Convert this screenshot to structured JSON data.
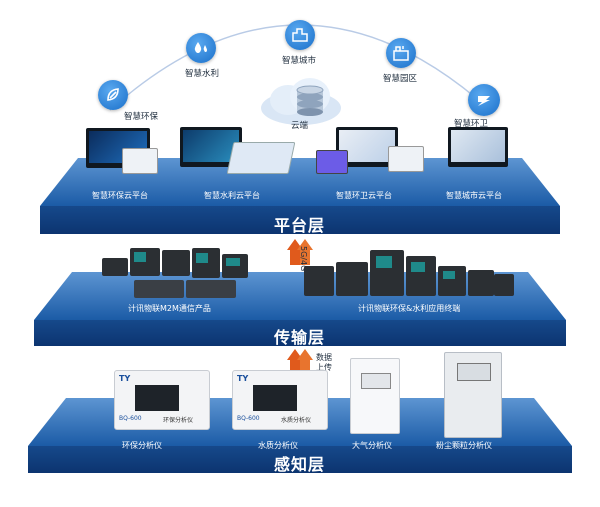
{
  "colors": {
    "platform_top": "#1f5fa8",
    "platform_band": "#0f3f7e",
    "accent": "#2c7be5",
    "arrow": "#e05a1c"
  },
  "top_icons": [
    {
      "label": "智慧环保",
      "icon": "leaf-icon"
    },
    {
      "label": "智慧水利",
      "icon": "water-drop-icon"
    },
    {
      "label": "智慧城市",
      "icon": "city-icon"
    },
    {
      "label": "智慧园区",
      "icon": "park-icon"
    },
    {
      "label": "智慧环卫",
      "icon": "sanitation-icon"
    }
  ],
  "cloud_label": "云端",
  "platform_layer": {
    "title": "平台层",
    "items": [
      "智慧环保云平台",
      "智慧水利云平台",
      "智慧环卫云平台",
      "智慧城市云平台"
    ]
  },
  "arrow1_text": "5G/4G",
  "transport_layer": {
    "title": "传输层",
    "items": [
      "计讯物联M2M通信产品",
      "计讯物联环保&水利应用终端"
    ]
  },
  "arrow2_text": [
    "数据",
    "上传"
  ],
  "perception_layer": {
    "title": "感知层",
    "items": [
      "环保分析仪",
      "水质分析仪",
      "大气分析仪",
      "粉尘颗粒分析仪"
    ]
  },
  "device_texts": {
    "brand": "TY",
    "model": "BQ-600",
    "panel1": "环保分析仪",
    "panel2": "水质分析仪"
  }
}
